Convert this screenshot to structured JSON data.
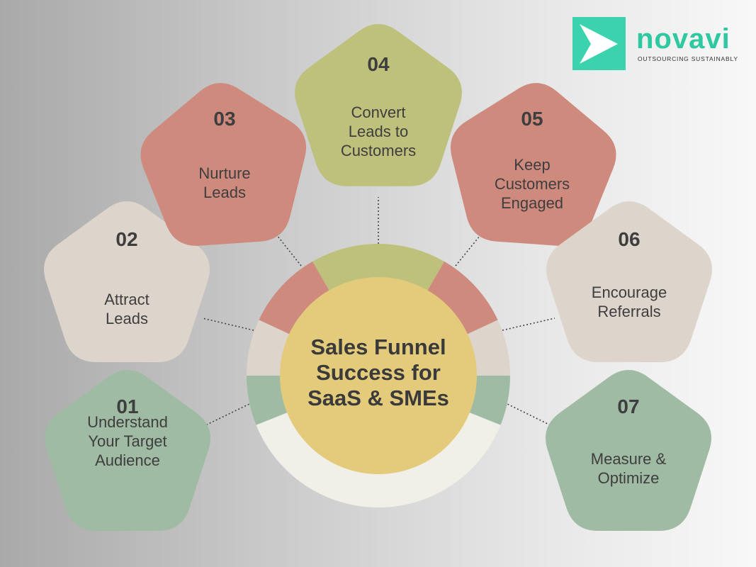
{
  "brand": {
    "name": "novavi",
    "tagline": "OUTSOURCING SUSTAINABLY",
    "accent": "#3ad3ae"
  },
  "center": {
    "lines": [
      "Sales Funnel",
      "Success for",
      "SaaS & SMEs"
    ],
    "color": "#e3cb7b"
  },
  "colors": {
    "green": "#9fbba3",
    "beige": "#ddd4cb",
    "rose": "#cf8a7e",
    "olive": "#bec17b",
    "cream": "#f1f0e8",
    "text": "#3e3e3e"
  },
  "steps": [
    {
      "number": "01",
      "label": [
        "Understand",
        "Your Target",
        "Audience"
      ],
      "color": "#9fbba3"
    },
    {
      "number": "02",
      "label": [
        "Attract",
        "Leads"
      ],
      "color": "#ddd4cb"
    },
    {
      "number": "03",
      "label": [
        "Nurture",
        "Leads"
      ],
      "color": "#cf8a7e"
    },
    {
      "number": "04",
      "label": [
        "Convert",
        "Leads to",
        "Customers"
      ],
      "color": "#bec17b"
    },
    {
      "number": "05",
      "label": [
        "Keep",
        "Customers",
        "Engaged"
      ],
      "color": "#cf8a7e"
    },
    {
      "number": "06",
      "label": [
        "Encourage",
        "Referrals"
      ],
      "color": "#ddd4cb"
    },
    {
      "number": "07",
      "label": [
        "Measure &",
        "Optimize"
      ],
      "color": "#9fbba3"
    }
  ]
}
